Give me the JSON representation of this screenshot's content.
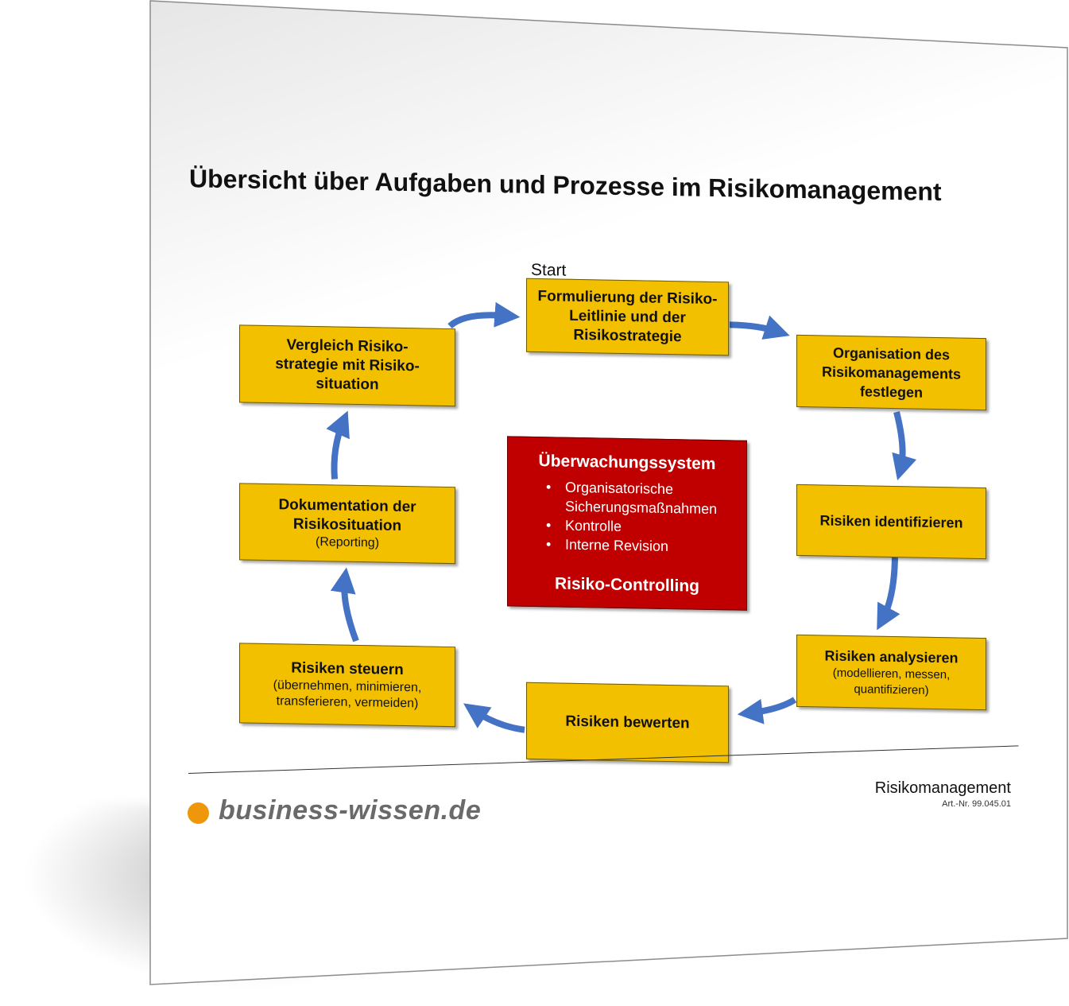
{
  "title": "Übersicht über Aufgaben und Prozesse im Risikomanagement",
  "start_label": "Start",
  "boxes": {
    "formulierung": {
      "lines": [
        "Formulierung der Risiko-",
        "Leitlinie und der",
        "Risikostrategie"
      ]
    },
    "organisation": {
      "lines": [
        "Organisation des",
        "Risikomanagements",
        "festlegen"
      ]
    },
    "identifizieren": {
      "lines": [
        "Risiken identifizieren"
      ]
    },
    "analysieren": {
      "main": "Risiken analysieren",
      "sub": [
        "(modellieren, messen,",
        "quantifizieren)"
      ]
    },
    "bewerten": {
      "lines": [
        "Risiken bewerten"
      ]
    },
    "steuern": {
      "main": "Risiken steuern",
      "sub": [
        "(übernehmen, minimieren,",
        "transferieren, vermeiden)"
      ]
    },
    "dokumentation": {
      "main": [
        "Dokumentation der",
        "Risikosituation"
      ],
      "sub": "(Reporting)"
    },
    "vergleich": {
      "lines": [
        "Vergleich Risiko-",
        "strategie mit Risiko-",
        "situation"
      ]
    }
  },
  "center": {
    "title": "Überwachungssystem",
    "items": [
      "Organisatorische",
      "Sicherungsmaßnahmen",
      "Kontrolle",
      "Interne Revision"
    ],
    "footer": "Risiko-Controlling"
  },
  "footer": {
    "logo_text": "business-wissen.de",
    "doc_title": "Risikomanagement",
    "article_no": "Art.-Nr. 99.045.01"
  },
  "colors": {
    "box_fill": "#f3c000",
    "center_fill": "#c00000",
    "arrow": "#4472c4",
    "logo_dot": "#f0960a"
  }
}
